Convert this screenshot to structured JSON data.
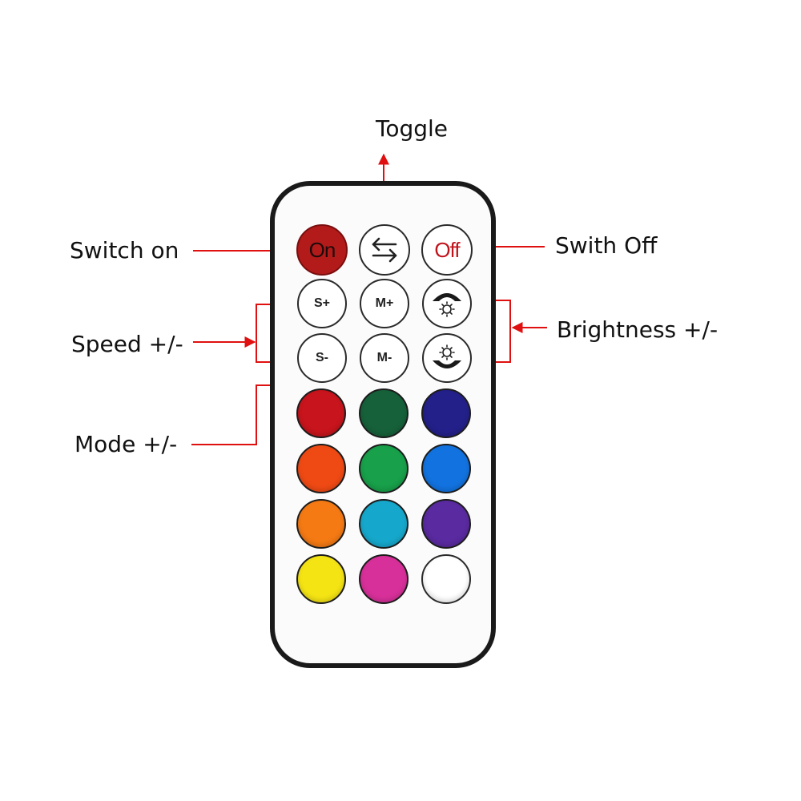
{
  "labels": {
    "toggle": "Toggle",
    "switch_on": "Switch on",
    "switch_off": "Swith Off",
    "speed": "Speed +/-",
    "brightness": "Brightness +/-",
    "mode": "Mode +/-"
  },
  "buttons": {
    "on": "On",
    "off": "Off",
    "speed_up": "S+",
    "speed_down": "S-",
    "mode_up": "M+",
    "mode_down": "M-"
  },
  "colors": {
    "arrow": "#e01010",
    "on_fill": "#b31b1b",
    "off_text": "#c0141c"
  },
  "color_buttons": [
    {
      "name": "red",
      "color": "#c8141c"
    },
    {
      "name": "dark-green",
      "color": "#16613a"
    },
    {
      "name": "navy",
      "color": "#23208a"
    },
    {
      "name": "orange-red",
      "color": "#f04a14"
    },
    {
      "name": "green",
      "color": "#18a04a"
    },
    {
      "name": "blue",
      "color": "#1273e0"
    },
    {
      "name": "orange",
      "color": "#f57a14"
    },
    {
      "name": "cyan",
      "color": "#16a8cc"
    },
    {
      "name": "purple",
      "color": "#5a2aa0"
    },
    {
      "name": "yellow",
      "color": "#f5e414"
    },
    {
      "name": "magenta",
      "color": "#d8309a"
    },
    {
      "name": "white",
      "color": "#ffffff"
    }
  ]
}
